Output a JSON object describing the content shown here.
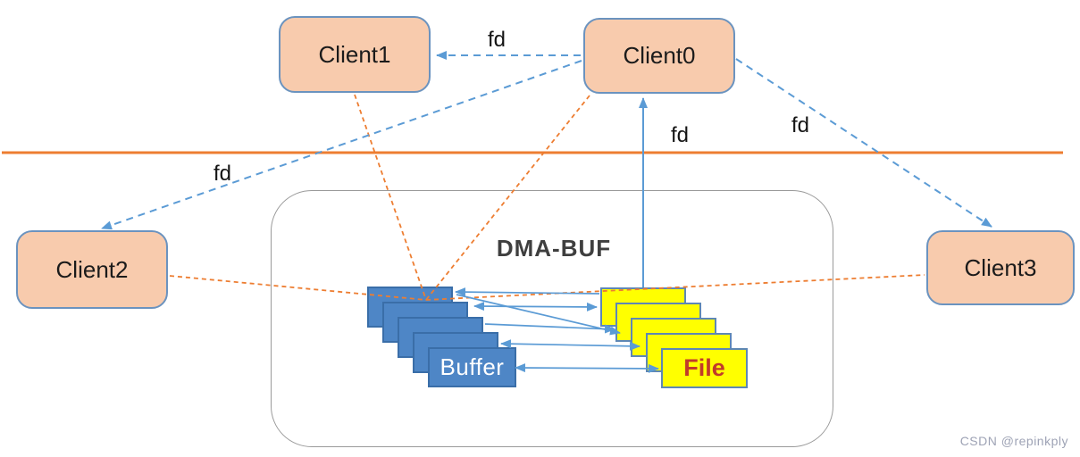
{
  "diagram_title": "DMA-BUF",
  "nodes": {
    "client0": "Client0",
    "client1": "Client1",
    "client2": "Client2",
    "client3": "Client3",
    "buffer": "Buffer",
    "file": "File"
  },
  "edge_labels": {
    "client0_to_client1": "fd",
    "client0_to_client2": "fd",
    "client0_to_client3": "fd",
    "file_to_client0": "fd"
  },
  "watermark": "CSDN @repinkply",
  "colors": {
    "accent-orange": "#ED7D31",
    "accent-blue": "#5B9BD5",
    "client-fill": "#F8CBAD",
    "client-border": "#6B93BF",
    "buffer-fill": "#4E86C6",
    "buffer-border": "#3A6EA8",
    "file-fill": "#FFFF00",
    "file-border": "#5E87B5",
    "file-text": "#C13B2A",
    "container-border": "#9A9A9A",
    "title-text": "#3F3F3F",
    "watermark-text": "#9EA3B5"
  }
}
